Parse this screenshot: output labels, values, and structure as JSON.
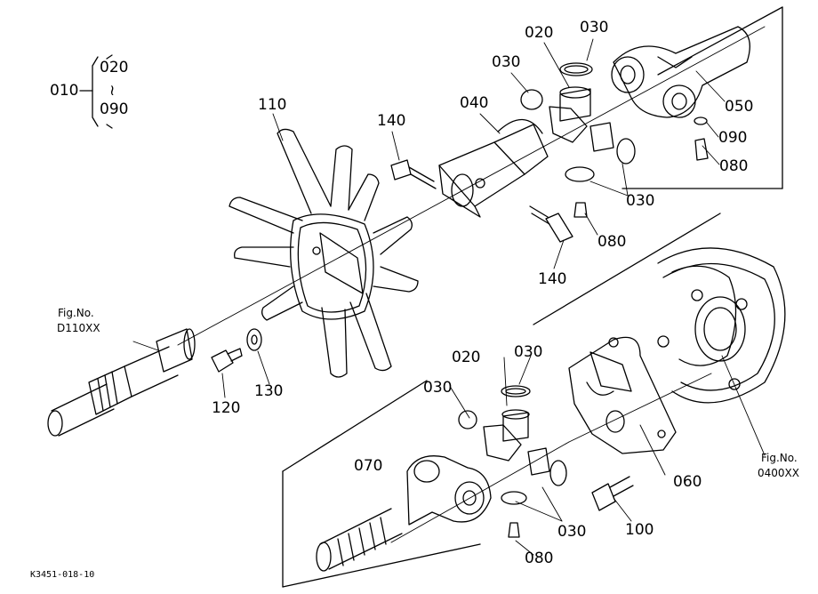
{
  "group": {
    "main": "010",
    "upper": "020",
    "tilde": "≀",
    "lower": "090"
  },
  "upper_assembly": {
    "yoke_center_lbl": "040",
    "cross_lbl": "020",
    "snap_top_lbl": "030",
    "snap_left_lbl": "030",
    "snap_lower_lbl": "030",
    "yoke_right_lbl": "050",
    "washer_lbl": "090",
    "nipple_right_lbl": "080",
    "nipple_center_lbl": "080",
    "bolt_top_lbl": "140",
    "bolt_bottom_lbl": "140"
  },
  "fan": {
    "fan_lbl": "110",
    "bolt_lbl": "120",
    "washer_lbl": "130"
  },
  "lower_assembly": {
    "cross_lbl": "020",
    "snap_top_lbl": "030",
    "snap_left_lbl": "030",
    "snap_lower_lbl": "030",
    "yoke_lbl": "070",
    "flange_yoke_lbl": "060",
    "nipple_lbl": "080",
    "bolt_lbl": "100"
  },
  "references": {
    "left_fig": "Fig.No.",
    "left_code": "D110XX",
    "right_fig": "Fig.No.",
    "right_code": "0400XX"
  },
  "drawing_code": "K3451-018-10"
}
